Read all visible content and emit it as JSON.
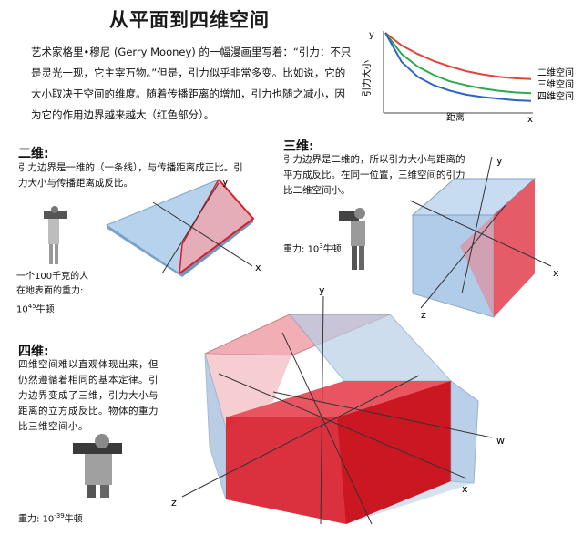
{
  "title": "从平面到四维空间",
  "intro": "艺术家格里•穆尼 (Gerry Mooney) 的一幅漫画里写着：“引力：不只是灵光一现，它主宰万物。”但是，引力似乎非常多变。比如说，它的大小取决于空间的维度。随着传播距离的增加，引力也随之减小，因为它的作用边界越来越大（红色部分）。",
  "chart_data": {
    "type": "line",
    "ylabel": "引力大小",
    "xlabel": "距离",
    "x_axis_letter": "x",
    "y_axis_letter": "y",
    "series": [
      {
        "name": "二维空间",
        "color": "#e0453c",
        "values": [
          1.0,
          0.84,
          0.73,
          0.64,
          0.57,
          0.51,
          0.47,
          0.44,
          0.42,
          0.41
        ]
      },
      {
        "name": "三维空间",
        "color": "#2fa84f",
        "values": [
          1.0,
          0.73,
          0.57,
          0.46,
          0.38,
          0.33,
          0.29,
          0.26,
          0.24,
          0.23
        ]
      },
      {
        "name": "四维空间",
        "color": "#2a63c8",
        "values": [
          1.0,
          0.63,
          0.44,
          0.33,
          0.26,
          0.21,
          0.18,
          0.16,
          0.14,
          0.13
        ]
      }
    ]
  },
  "two_d": {
    "heading": "二维:",
    "text": "引力边界是一维的（一条线），与传播距离成正比。引力大小与传播距离成反比。",
    "caption_line1": "一个100千克的人",
    "caption_line2": "在地表面的重力:",
    "gravity": "10",
    "gravity_exp": "45",
    "gravity_unit": "牛顿",
    "axis_x": "x",
    "axis_y": "y"
  },
  "three_d": {
    "heading": "三维:",
    "text": "引力边界是二维的，所以引力大小与距离的平方成反比。在同一位置，三维空间的引力比二维空间小。",
    "gravity_label": "重力: ",
    "gravity": "10",
    "gravity_exp": "3",
    "gravity_unit": "牛顿",
    "axis_x": "x",
    "axis_y": "y",
    "axis_z": "z"
  },
  "four_d": {
    "heading": "四维:",
    "text": "四维空间难以直观体现出来，但仍然遵循着相同的基本定律。引力边界变成了三维，引力大小与距离的立方成反比。物体的重力比三维空间小。",
    "gravity_label": "重力: ",
    "gravity": "10",
    "gravity_exp": "-39",
    "gravity_unit": "牛顿",
    "axis_x": "x",
    "axis_y": "y",
    "axis_z": "z",
    "axis_w": "w"
  },
  "colors": {
    "red": "#d81e2c",
    "pink": "#f1a2a6",
    "blue": "#9cc1e4",
    "axis": "#333333"
  }
}
